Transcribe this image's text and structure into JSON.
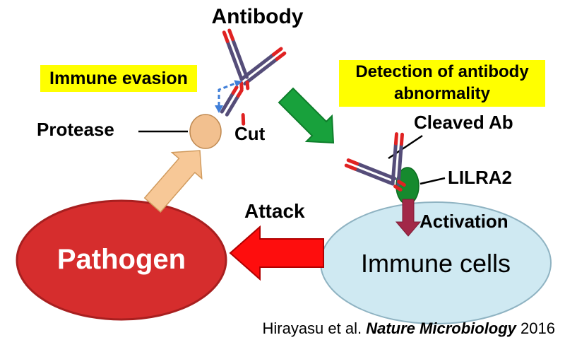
{
  "diagram": {
    "antibody_label": "Antibody",
    "immune_evasion_label": "Immune evasion",
    "protease_label": "Protease",
    "cut_label": "Cut",
    "detection_label": "Detection of antibody\nabnormality",
    "cleaved_ab_label": "Cleaved Ab",
    "lilra2_label": "LILRA2",
    "activation_label": "Activation",
    "attack_label": "Attack",
    "immune_cells_label": "Immune cells",
    "pathogen_label": "Pathogen"
  },
  "citation": {
    "authors": "Hirayasu et al.",
    "journal": "Nature Microbiology",
    "year": "2016"
  },
  "colors": {
    "highlight_yellow": "#ffff00",
    "process_green": "#18a13c",
    "peach": "#f7c897",
    "pathogen_red": "#d62d2d",
    "immune_cells_blue": "#cfe9f2",
    "lilra2_green": "#168a2e",
    "attack_red": "#fe0d0d",
    "activation_maroon": "#a22848",
    "antibody_purple": "#554d79",
    "antibody_tip_red": "#e02222",
    "cut_arrow_blue": "#3f7ed8"
  }
}
